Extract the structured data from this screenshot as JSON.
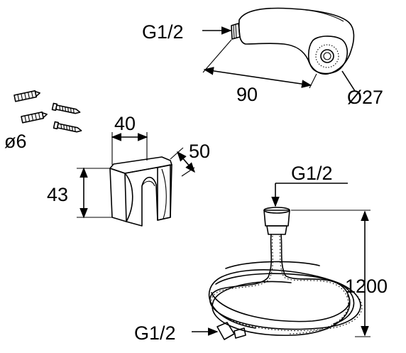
{
  "labels": {
    "spray_thread": "G1/2",
    "spray_length": "90",
    "spray_diameter": "Ø27",
    "dowel_diameter": "ø6",
    "holder_width": "40",
    "holder_depth": "50",
    "holder_height": "43",
    "hose_top_thread": "G1/2",
    "hose_bottom_thread": "G1/2",
    "hose_length": "1200"
  }
}
